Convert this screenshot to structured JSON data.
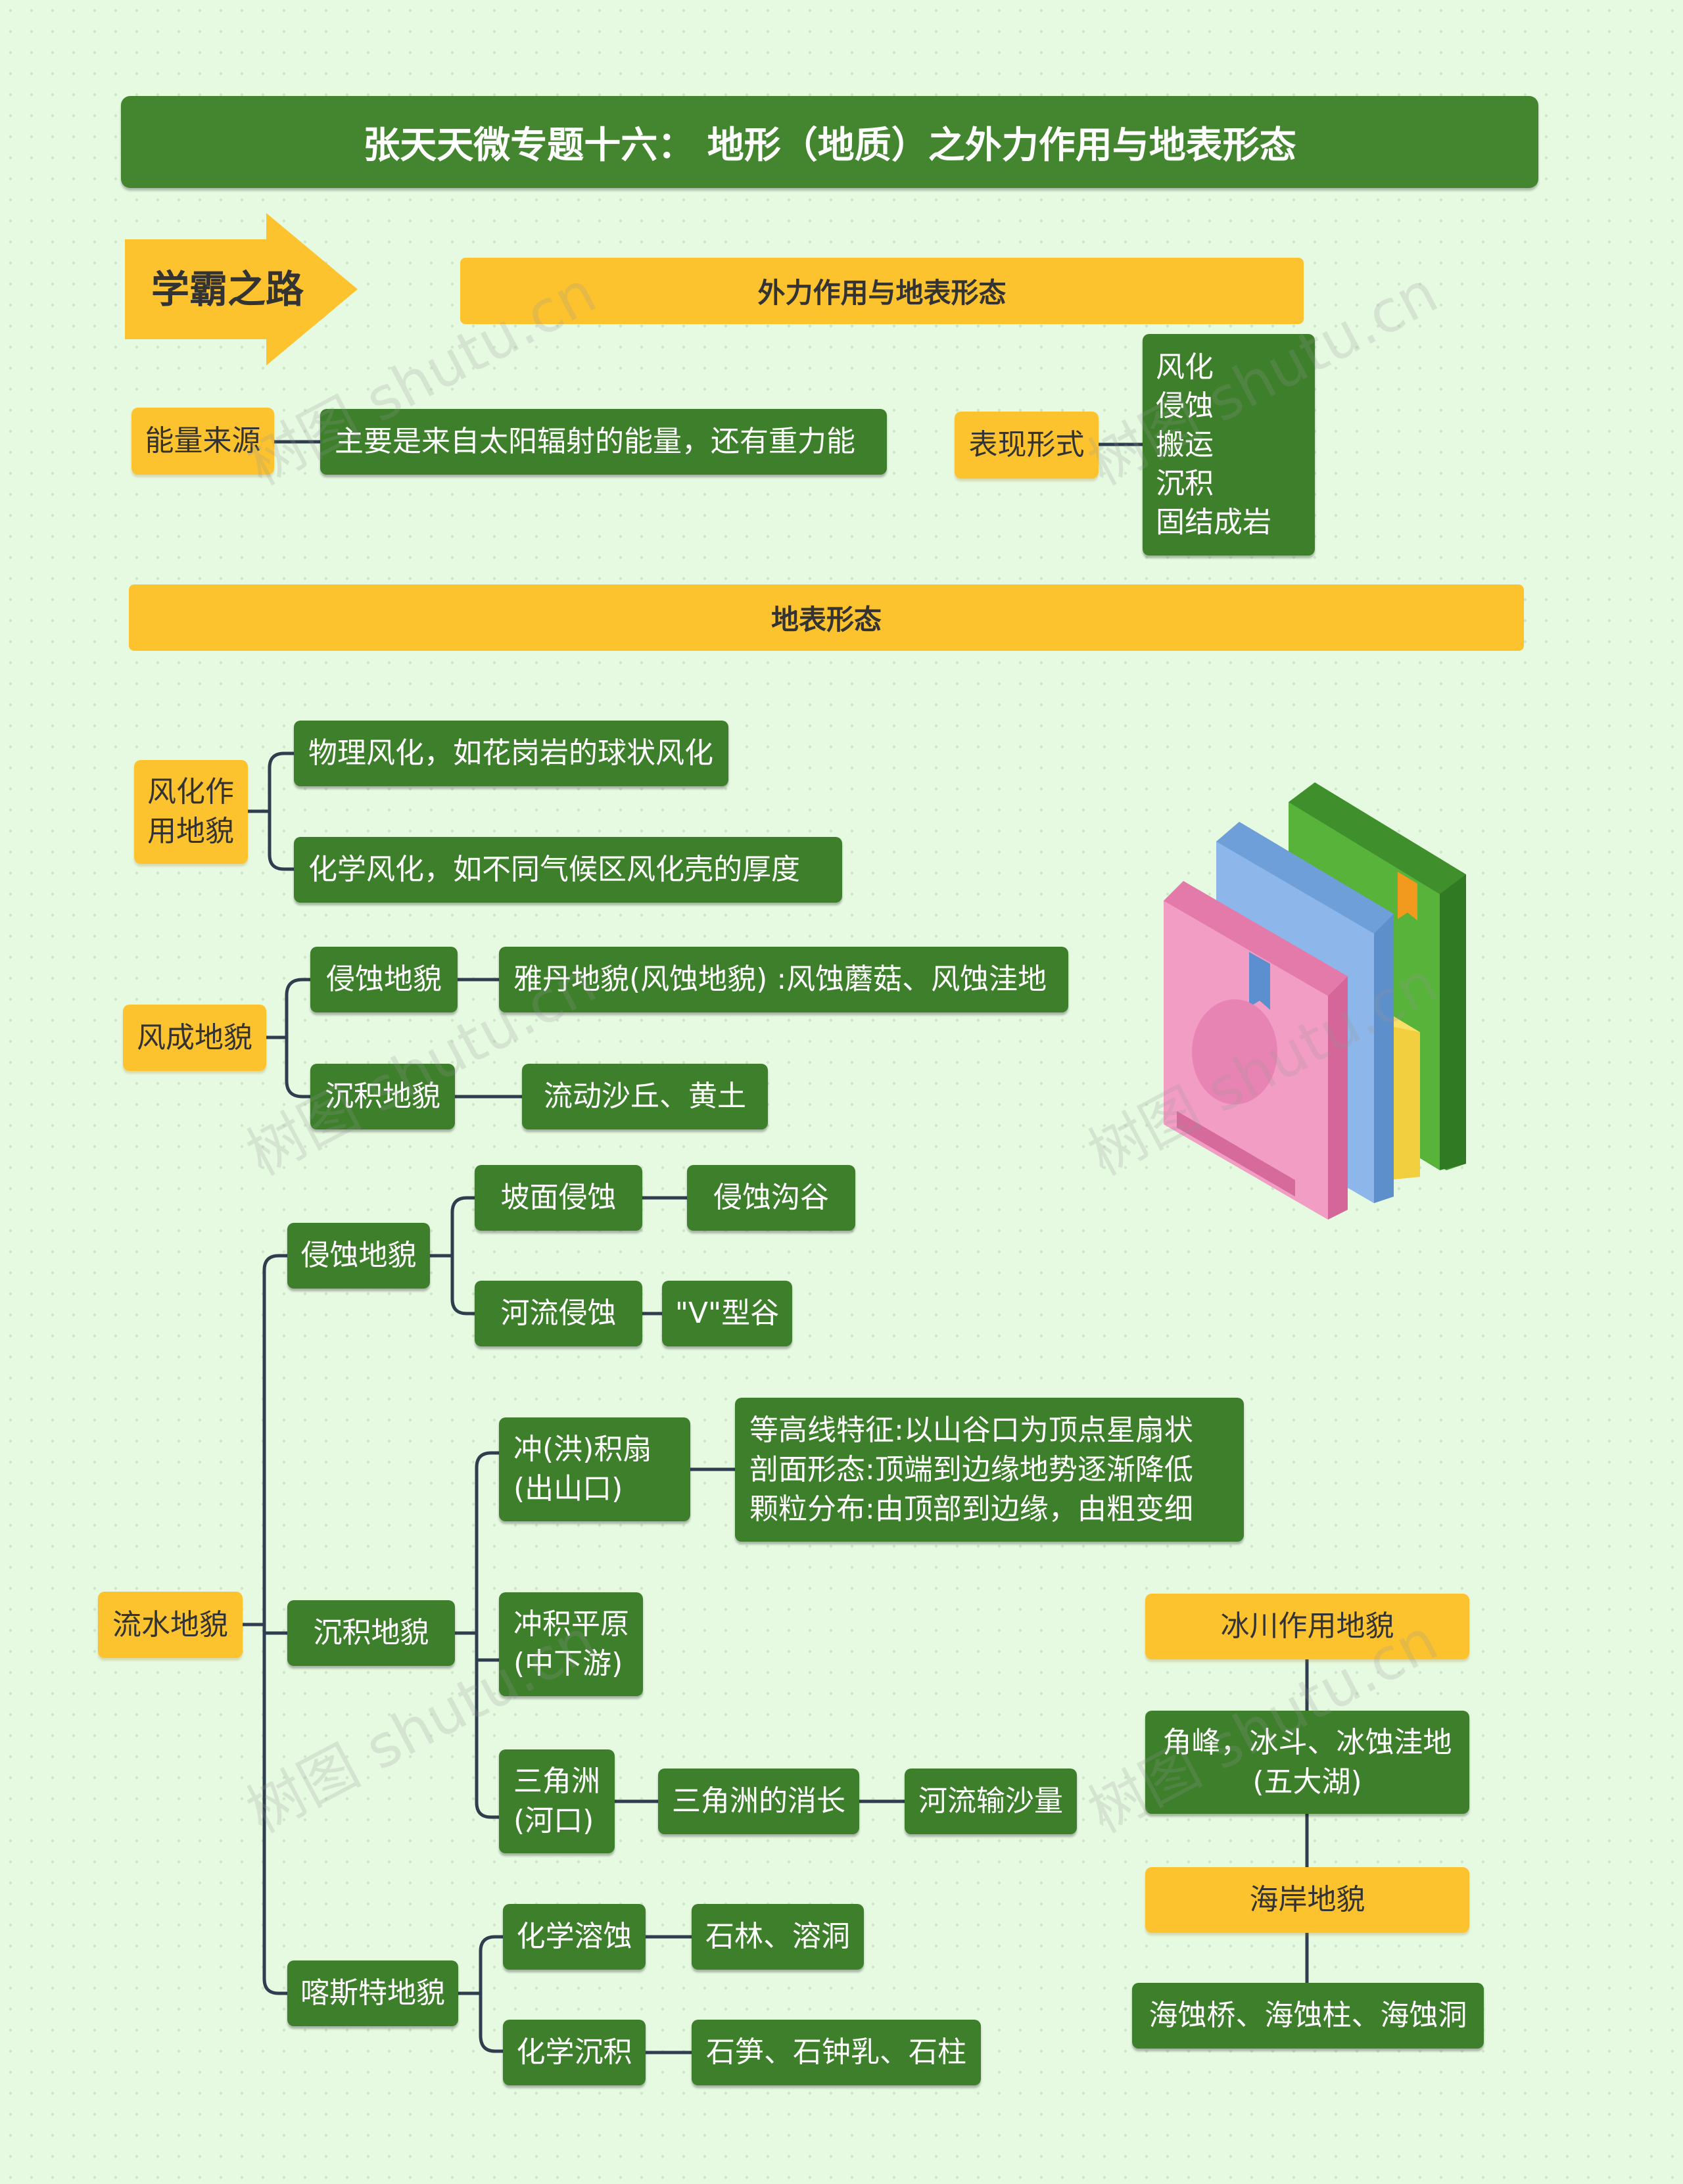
{
  "title": "张天天微专题十六： 地形（地质）之外力作用与地表形态",
  "badge": "学霸之路",
  "section1": "外力作用与地表形态",
  "energy": {
    "label": "能量来源",
    "content": "主要是来自太阳辐射的能量，还有重力能"
  },
  "forms": {
    "label": "表现形式",
    "items": [
      "风化",
      "侵蚀",
      "搬运",
      "沉积",
      "固结成岩"
    ]
  },
  "section2": "地表形态",
  "weathering": {
    "label_lines": [
      "风化作",
      "用地貌"
    ],
    "items": [
      "物理风化，如花岗岩的球状风化",
      "化学风化，如不同气候区风化壳的厚度"
    ]
  },
  "aeolian": {
    "label": "风成地貌",
    "erosion": {
      "label": "侵蚀地貌",
      "content": "雅丹地貌(风蚀地貌) :风蚀蘑菇、风蚀洼地"
    },
    "deposition": {
      "label": "沉积地貌",
      "content": "流动沙丘、黄土"
    }
  },
  "fluvial": {
    "label": "流水地貌",
    "erosion": {
      "label": "侵蚀地貌",
      "slope": {
        "label": "坡面侵蚀",
        "content": "侵蚀沟谷"
      },
      "river": {
        "label": "河流侵蚀",
        "content": "\"V\"型谷"
      }
    },
    "deposition": {
      "label": "沉积地貌",
      "fan": {
        "label_lines": [
          "冲(洪)积扇",
          "(出山口)"
        ],
        "detail_lines": [
          "等高线特征:以山谷口为顶点星扇状",
          "剖面形态:顶端到边缘地势逐渐降低",
          "颗粒分布:由顶部到边缘，由粗变细"
        ]
      },
      "plain": {
        "label_lines": [
          "冲积平原",
          "(中下游)"
        ]
      },
      "delta": {
        "label_lines": [
          "三角洲",
          "(河口)"
        ],
        "growth": "三角洲的消长",
        "sediment": "河流输沙量"
      }
    },
    "karst": {
      "label": "喀斯特地貌",
      "dissolution": {
        "label": "化学溶蚀",
        "content": "石林、溶洞"
      },
      "precipitation": {
        "label": "化学沉积",
        "content": "石笋、石钟乳、石柱"
      }
    }
  },
  "glacial": {
    "label": "冰川作用地貌",
    "content_lines": [
      "角峰，冰斗、冰蚀洼地",
      "(五大湖)"
    ]
  },
  "coastal": {
    "label": "海岸地貌",
    "content": "海蚀桥、海蚀柱、海蚀洞"
  },
  "watermark": "树图 shutu.cn",
  "colors": {
    "green": "#3d7f2b",
    "yellow": "#fcc32f",
    "line": "#2e3e4e",
    "background": "#e6fae2"
  }
}
